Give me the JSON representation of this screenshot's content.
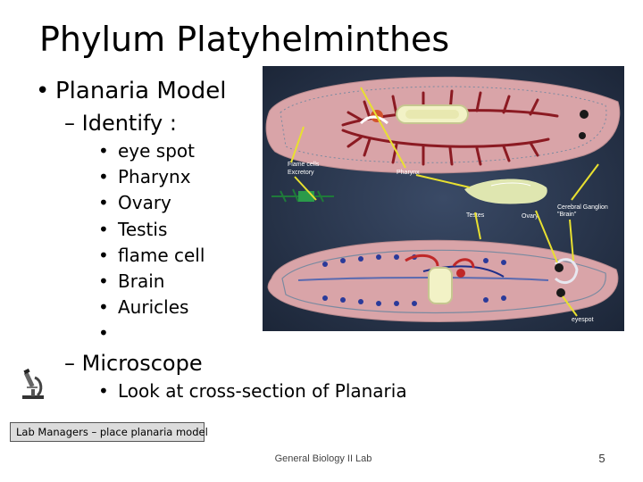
{
  "slide": {
    "title": "Phylum Platyhelminthes",
    "bullet_1": "Planaria Model",
    "sub_identify": "Identify :",
    "identify_items": [
      "eye spot",
      "Pharynx",
      "Ovary",
      "Testis",
      "flame cell",
      "Brain",
      "Auricles",
      ""
    ],
    "sub_microscope": "Microscope",
    "microscope_item": "Look at cross-section of Planaria",
    "lab_note": "Lab Managers – place planaria model",
    "footer": "General Biology II Lab",
    "page_number": "5"
  },
  "model_labels": {
    "flame_cells": "Flame cells",
    "excretory": "Excretory",
    "pharynx": "Pharynx",
    "testes": "Testes",
    "ovary": "Ovary",
    "cerebral_ganglion": "Cerebral Ganglion",
    "brain": "\"Brain\"",
    "eyespot": "eyespot"
  },
  "icons": {
    "microscope": "microscope-icon"
  },
  "colors": {
    "photo_background": "#2b3a52",
    "model_pink": "#d9a4a8",
    "gut_red": "#8b1a22",
    "annotation_yellow": "#e8e030"
  }
}
